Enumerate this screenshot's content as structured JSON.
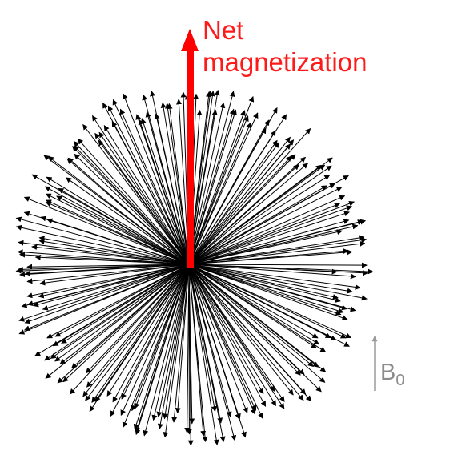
{
  "labels": {
    "net_line1": "Net",
    "net_line2": "magnetization",
    "b_main": "B",
    "b_sub": "0"
  },
  "colors": {
    "spins": "#000000",
    "net_magnetization": "#ff0000",
    "net_label": "#ff1a1a",
    "b0": "#9a9a9a"
  }
}
